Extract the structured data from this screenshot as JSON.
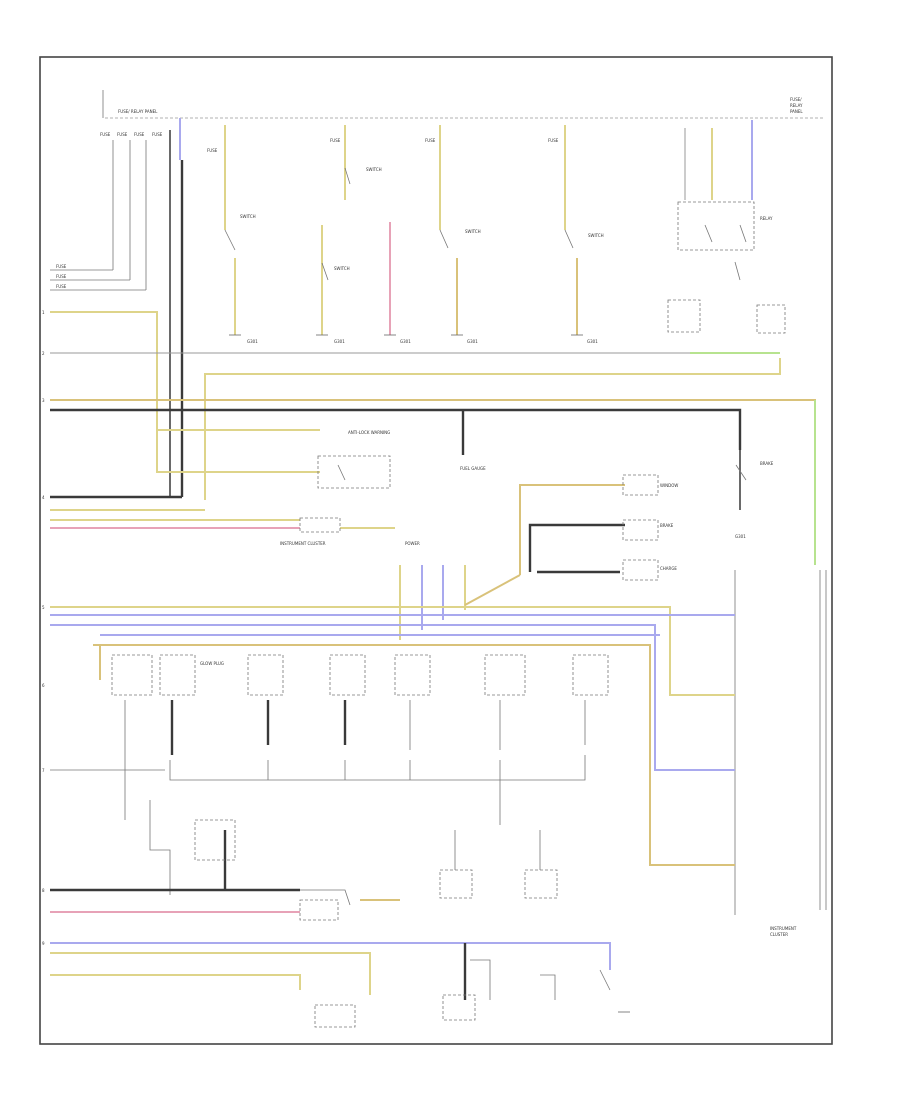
{
  "diagram": {
    "page_number": "",
    "labels": [
      "FUSE/ RELAY PANEL",
      "INSTRUMENT CLUSTER",
      "ANTI-LOCK WARNING",
      "FUEL GAUGE",
      "WINDOW",
      "GLOW PLUG",
      "POWER",
      "BRAKE",
      "CHARGE"
    ]
  }
}
